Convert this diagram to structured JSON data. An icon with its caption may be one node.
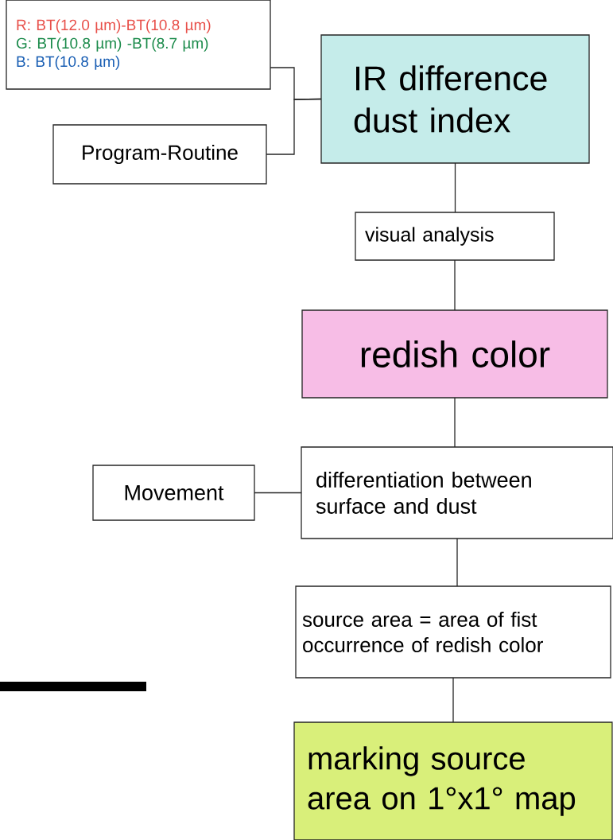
{
  "diagram": {
    "nodes": [
      {
        "text": [
          "R: BT(12.0 µm)-BT(10.8 µm)",
          "G: BT(10.8 µm) -BT(8.7 µm)",
          "B: BT(10.8 µm)"
        ]
      },
      {
        "text": [
          "Program-Routine"
        ]
      },
      {
        "text": [
          "IR difference dust index"
        ]
      },
      {
        "text": [
          "visual analysis"
        ]
      },
      {
        "text": [
          "redish color"
        ]
      },
      {
        "text": [
          "Movement"
        ]
      },
      {
        "text": [
          "differentiation between surface and dust"
        ]
      },
      {
        "text": [
          "source area = area of fist occurrence of redish color"
        ]
      },
      {
        "text": [
          "marking source area on 1°x1° map"
        ]
      }
    ],
    "edges": [
      {
        "from": 0,
        "to": 2,
        "arrow": "none"
      },
      {
        "from": 1,
        "to": 2,
        "arrow": "none"
      },
      {
        "from": 2,
        "to": 3,
        "arrow": "none"
      },
      {
        "from": 3,
        "to": 4,
        "arrow": "none"
      },
      {
        "from": 4,
        "to": 6,
        "arrow": "none"
      },
      {
        "from": 5,
        "to": 6,
        "arrow": "none"
      },
      {
        "from": 6,
        "to": 7,
        "arrow": "none"
      },
      {
        "from": 7,
        "to": 8,
        "arrow": "none"
      }
    ]
  }
}
